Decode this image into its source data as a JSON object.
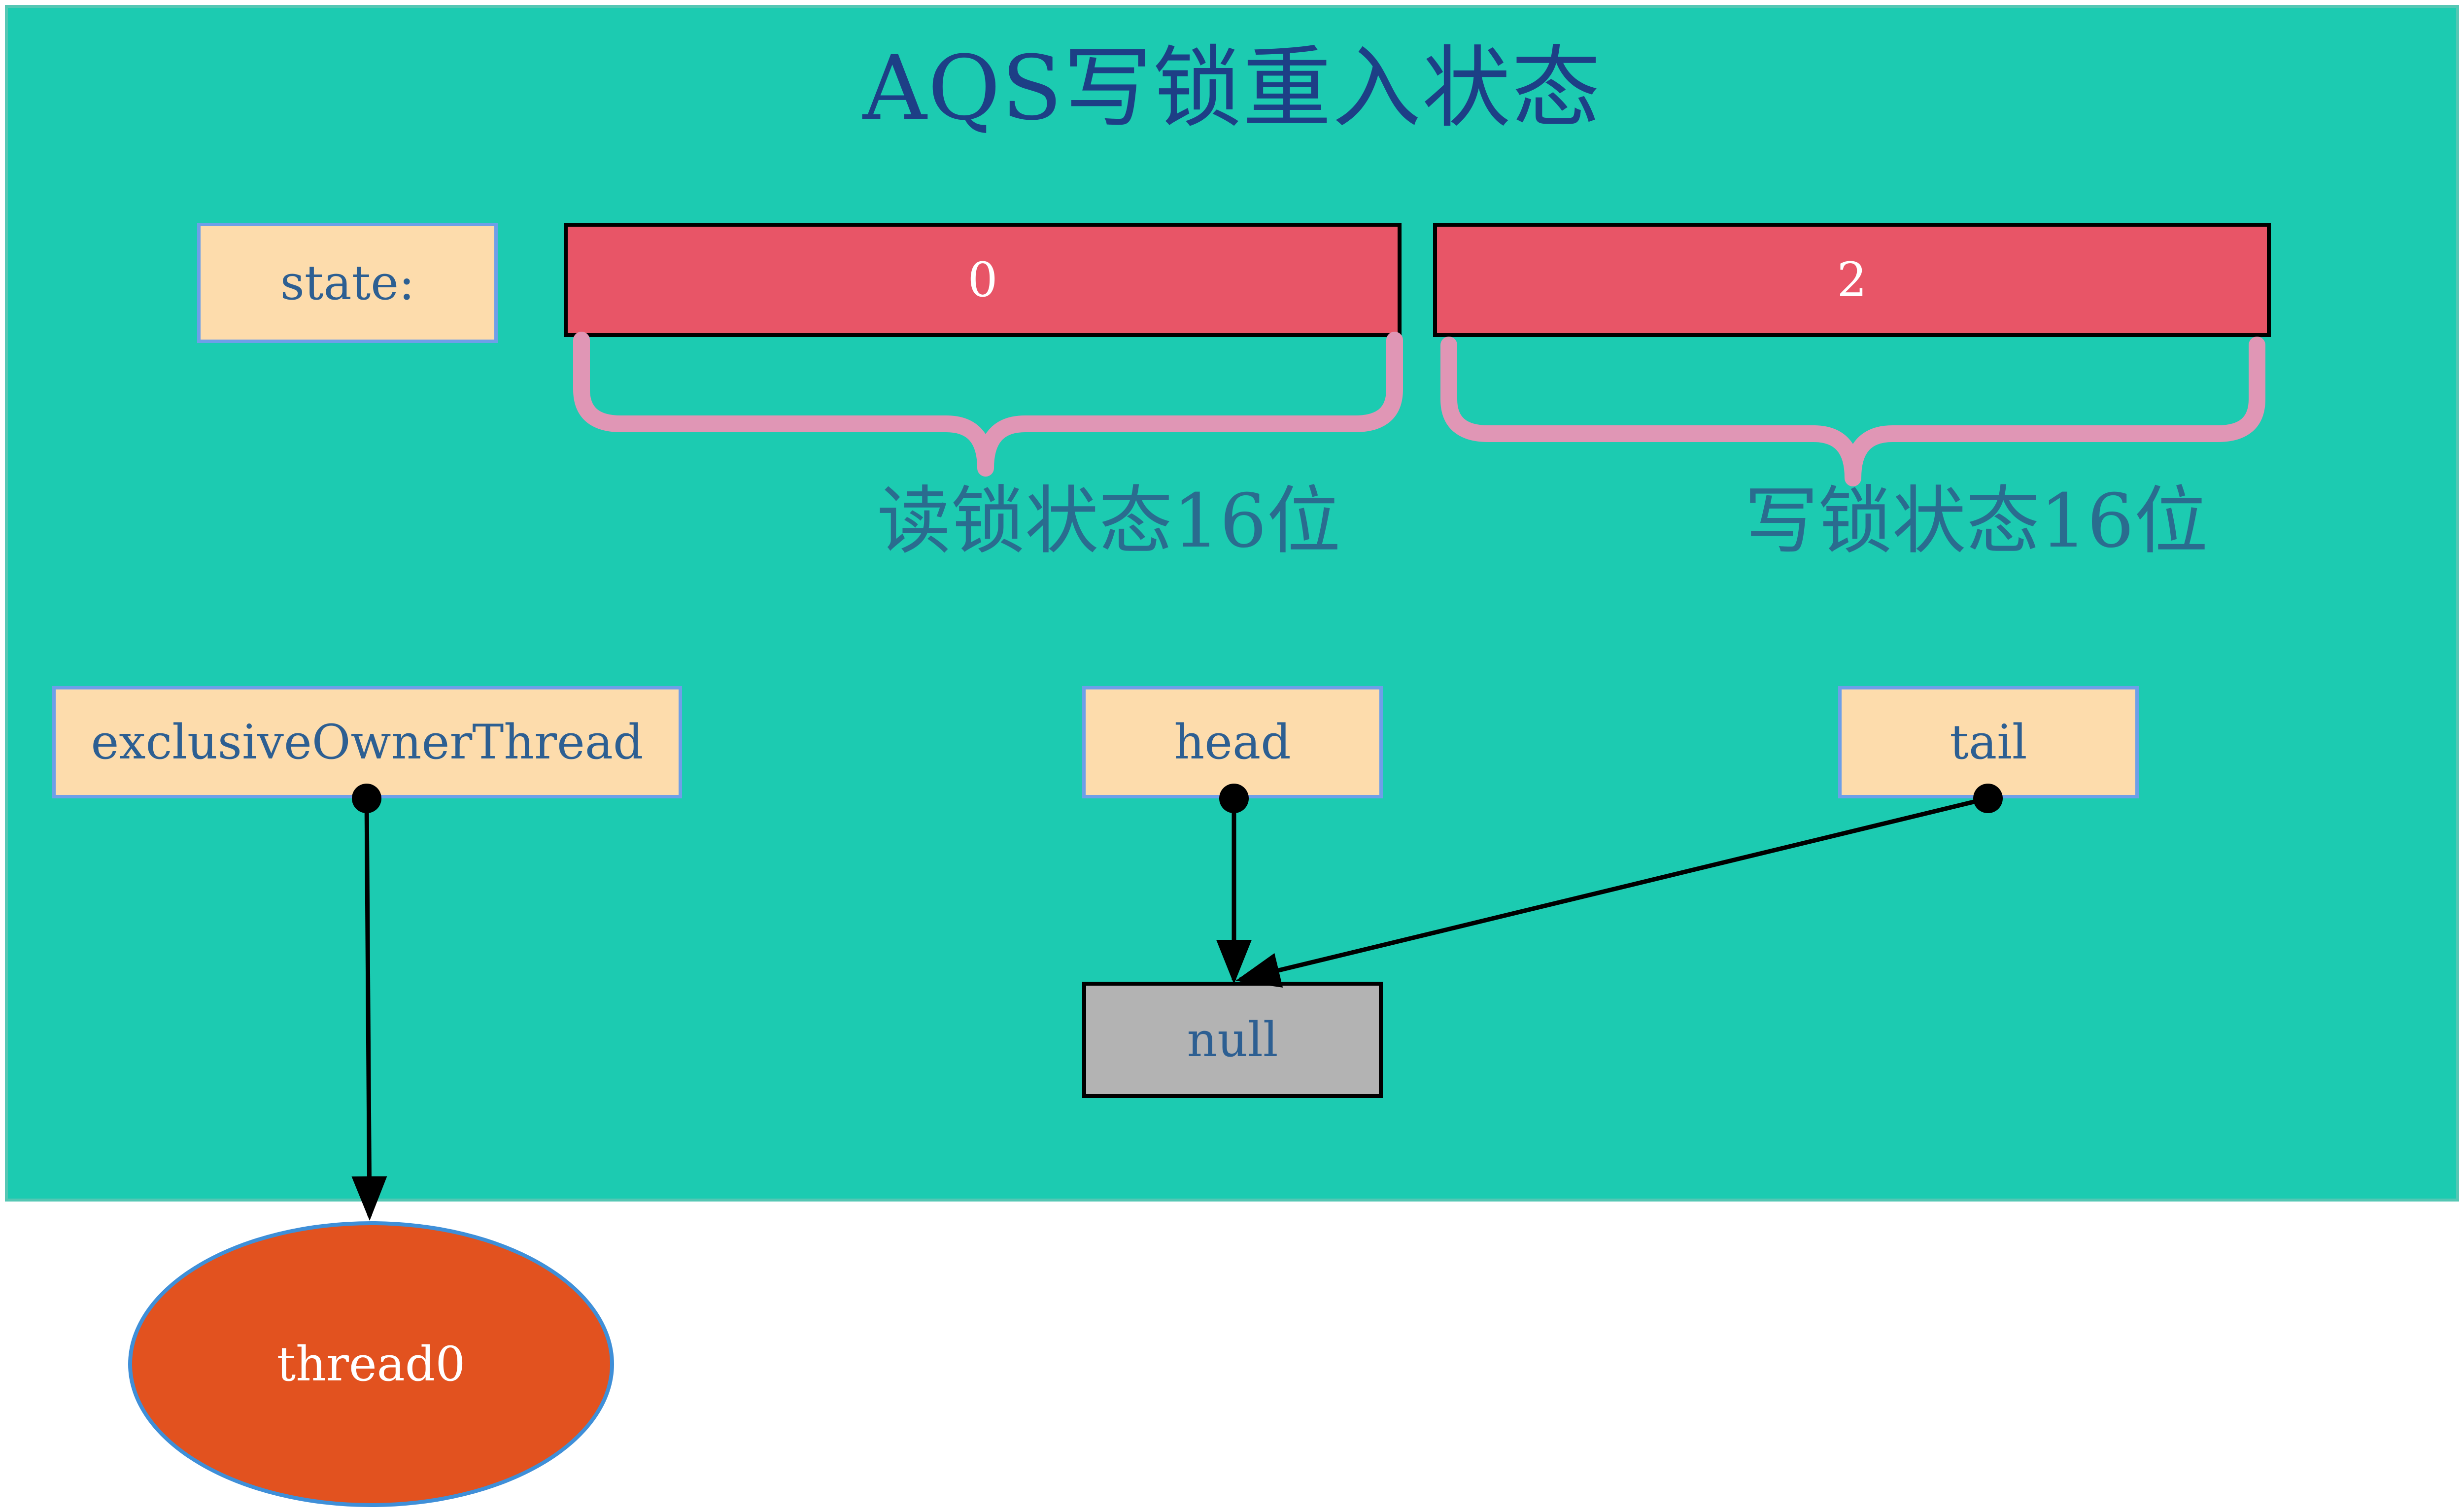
{
  "title": "AQS写锁重入状态",
  "state_label": "state:",
  "read_lock_value": "0",
  "write_lock_value": "2",
  "read_lock_caption": "读锁状态16位",
  "write_lock_caption": "写锁状态16位",
  "fields": {
    "owner": "exclusiveOwnerThread",
    "head": "head",
    "tail": "tail"
  },
  "null_node": "null",
  "thread_node": "thread0",
  "colors": {
    "panel": "#1ccbb1",
    "field": "#fddcac",
    "segment": "#e85567",
    "brace": "#e096b5",
    "null_node": "#b3b3b3",
    "thread": "#e2521f",
    "title": "#1d3f86"
  }
}
